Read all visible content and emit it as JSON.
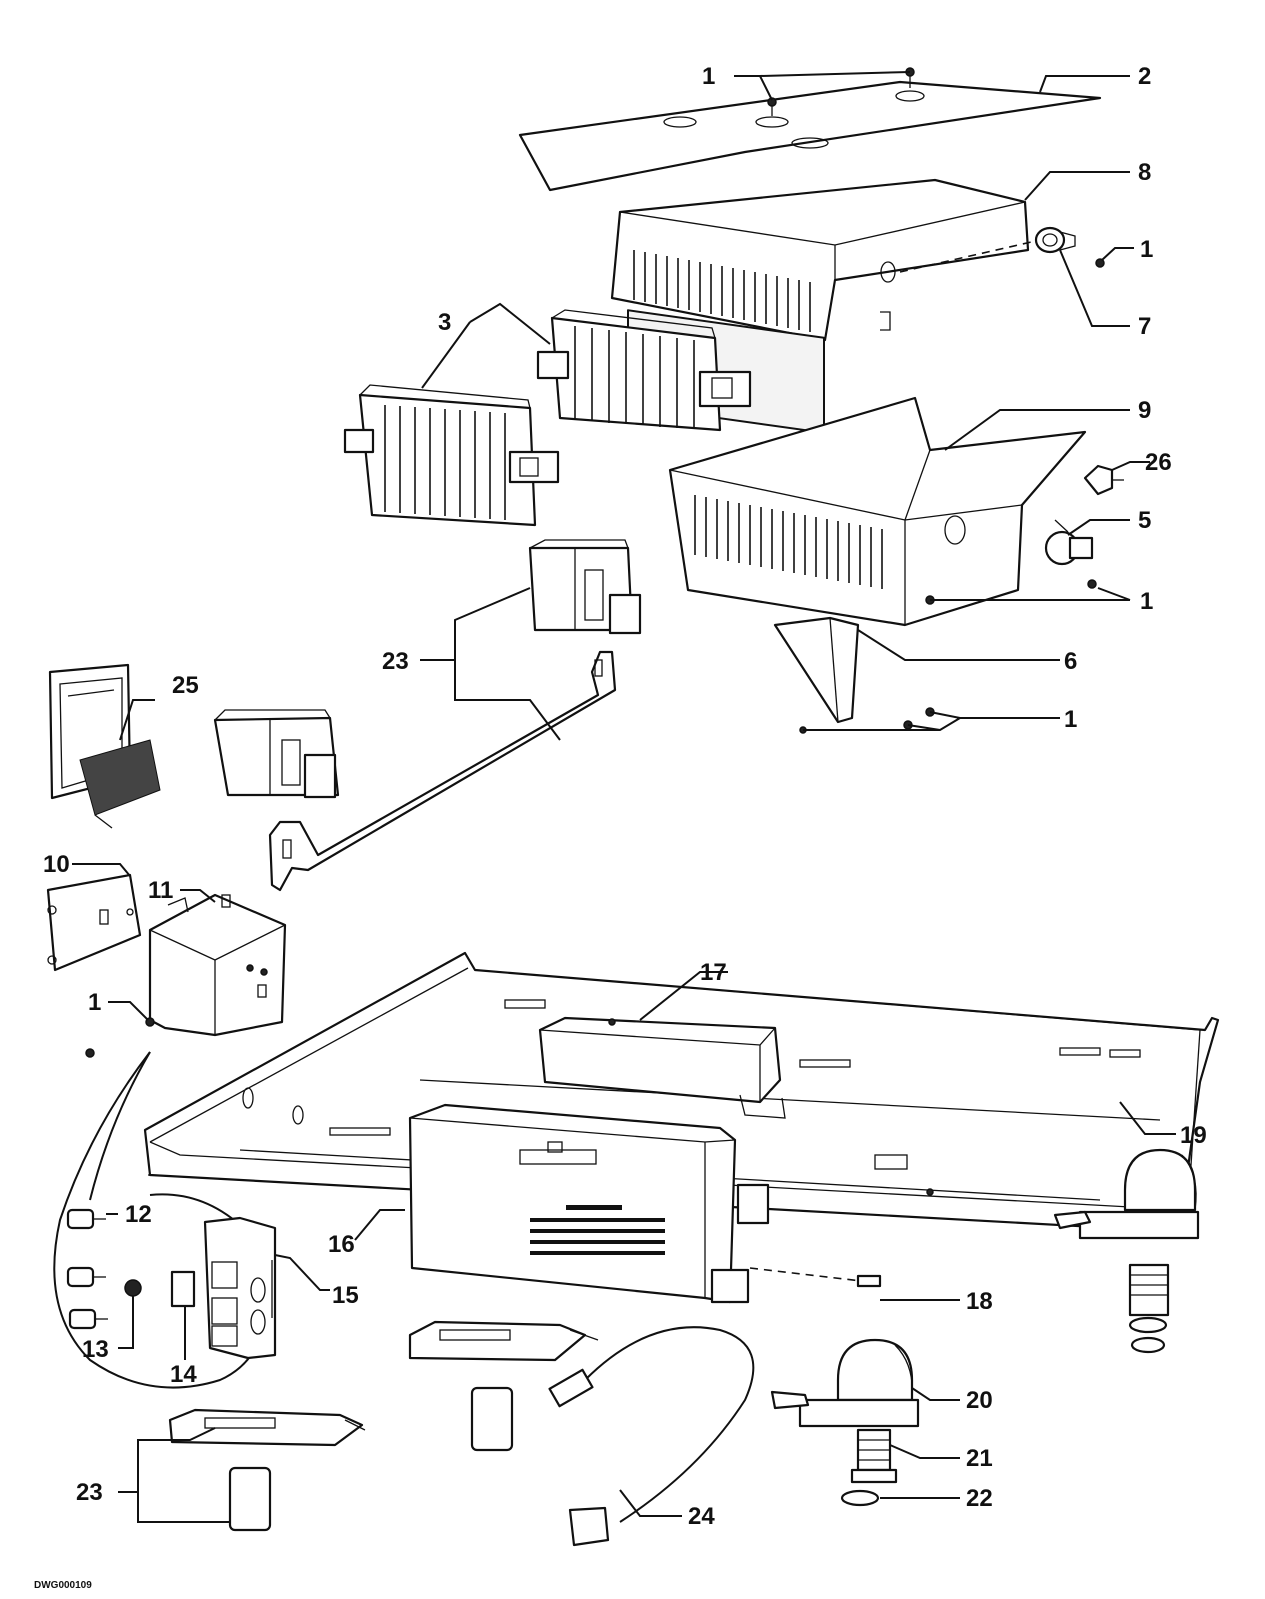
{
  "drawing_number": "DWG000109",
  "callouts": [
    {
      "id": "c1a",
      "text": "1"
    },
    {
      "id": "c2",
      "text": "2"
    },
    {
      "id": "c8",
      "text": "8"
    },
    {
      "id": "c1b",
      "text": "1"
    },
    {
      "id": "c7",
      "text": "7"
    },
    {
      "id": "c3",
      "text": "3"
    },
    {
      "id": "c9",
      "text": "9"
    },
    {
      "id": "c26",
      "text": "26"
    },
    {
      "id": "c5",
      "text": "5"
    },
    {
      "id": "c1c",
      "text": "1"
    },
    {
      "id": "c6",
      "text": "6"
    },
    {
      "id": "c1d",
      "text": "1"
    },
    {
      "id": "c23a",
      "text": "23"
    },
    {
      "id": "c25",
      "text": "25"
    },
    {
      "id": "c10",
      "text": "10"
    },
    {
      "id": "c11",
      "text": "11"
    },
    {
      "id": "c1e",
      "text": "1"
    },
    {
      "id": "c17",
      "text": "17"
    },
    {
      "id": "c19",
      "text": "19"
    },
    {
      "id": "c12",
      "text": "12"
    },
    {
      "id": "c16",
      "text": "16"
    },
    {
      "id": "c15",
      "text": "15"
    },
    {
      "id": "c18",
      "text": "18"
    },
    {
      "id": "c13",
      "text": "13"
    },
    {
      "id": "c14",
      "text": "14"
    },
    {
      "id": "c20",
      "text": "20"
    },
    {
      "id": "c21",
      "text": "21"
    },
    {
      "id": "c22",
      "text": "22"
    },
    {
      "id": "c23b",
      "text": "23"
    },
    {
      "id": "c24",
      "text": "24"
    }
  ]
}
